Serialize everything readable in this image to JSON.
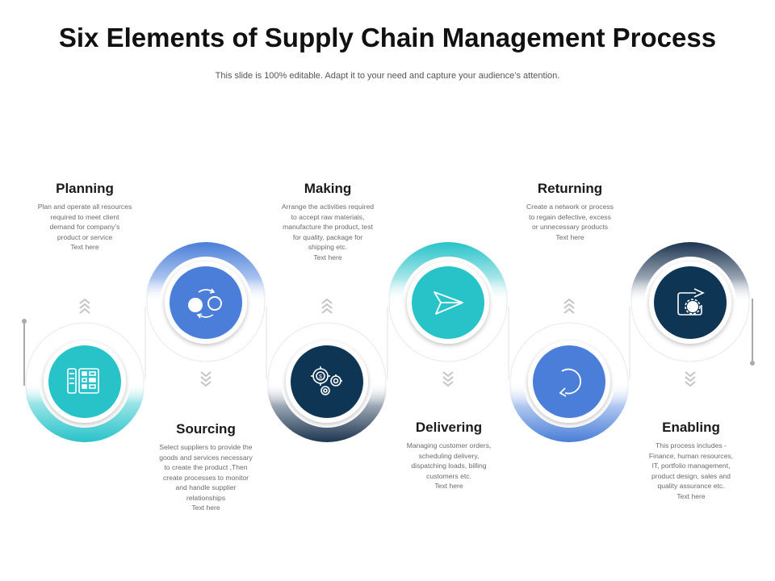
{
  "title": "Six Elements of Supply Chain Management Process",
  "subtitle": "This slide is 100% editable. Adapt it to your need and capture your audience’s attention.",
  "colors": {
    "teal": "#27c3c9",
    "blue": "#4a7ed8",
    "navy": "#0f3555",
    "gray_text": "#6b6b6b",
    "chevron": "#c4c4c4"
  },
  "steps": [
    {
      "name": "Planning",
      "icon": "planning-board-icon",
      "lines": [
        "Plan and operate all resources",
        "required to meet client",
        "demand for company’s",
        "product or service",
        "Text here"
      ]
    },
    {
      "name": "Sourcing",
      "icon": "exchange-circles-icon",
      "lines": [
        "Select suppliers to provide the",
        "goods and services necessary",
        "to create the product ,Then",
        "create processes to monitor",
        "and handle supplier",
        "relationships",
        "Text here"
      ]
    },
    {
      "name": "Making",
      "icon": "gears-dollar-icon",
      "lines": [
        "Arrange the activities required",
        "to accept raw materials,",
        "manufacture the product, test",
        "for quality, package for",
        "shipping etc.",
        "Text here"
      ]
    },
    {
      "name": "Delivering",
      "icon": "paper-plane-icon",
      "lines": [
        "Managing customer orders,",
        "scheduling delivery,",
        "dispatching loads, billing",
        "customers etc.",
        "Text here"
      ]
    },
    {
      "name": "Returning",
      "icon": "return-arrow-icon",
      "lines": [
        "Create a network or process",
        "to regain defective, excess",
        "or unnecessary products",
        "Text here"
      ]
    },
    {
      "name": "Enabling",
      "icon": "gear-arrow-icon",
      "lines": [
        "This process includes -",
        "Finance, human resources,",
        "IT, portfolio management,",
        "product design, sales and",
        "quality assurance etc.",
        "Text here"
      ]
    }
  ]
}
